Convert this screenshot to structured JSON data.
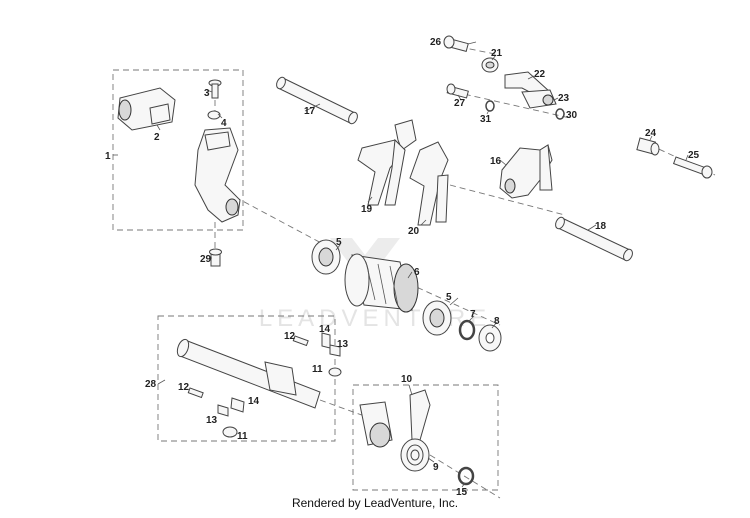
{
  "diagram": {
    "watermark_text": "LEADVENTURE",
    "footer": "Rendered by LeadVenture, Inc.",
    "callouts": {
      "c1": "1",
      "c2": "2",
      "c3": "3",
      "c4": "4",
      "c5a": "5",
      "c5b": "5",
      "c6": "6",
      "c7": "7",
      "c8": "8",
      "c9": "9",
      "c10": "10",
      "c11a": "11",
      "c11b": "11",
      "c12a": "12",
      "c12b": "12",
      "c13a": "13",
      "c13b": "13",
      "c14a": "14",
      "c14b": "14",
      "c15": "15",
      "c16": "16",
      "c17": "17",
      "c18": "18",
      "c19": "19",
      "c20": "20",
      "c21": "21",
      "c22": "22",
      "c23": "23",
      "c24": "24",
      "c25": "25",
      "c26": "26",
      "c27": "27",
      "c28": "28",
      "c29": "29",
      "c30": "30",
      "c31": "31"
    }
  }
}
